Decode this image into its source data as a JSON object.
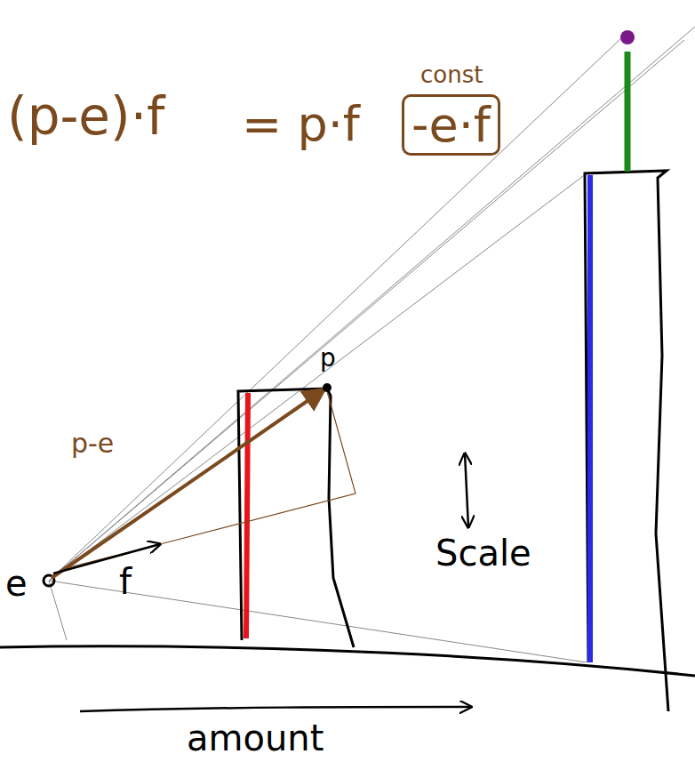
{
  "diagram": {
    "nodes": [
      {
        "text": [
          "const",
          "-e·f"
        ]
      }
    ],
    "labels": [
      "(p-e)·f",
      "= p·f",
      "p",
      "p-e",
      "e",
      "f",
      "Scale",
      "amount"
    ]
  }
}
